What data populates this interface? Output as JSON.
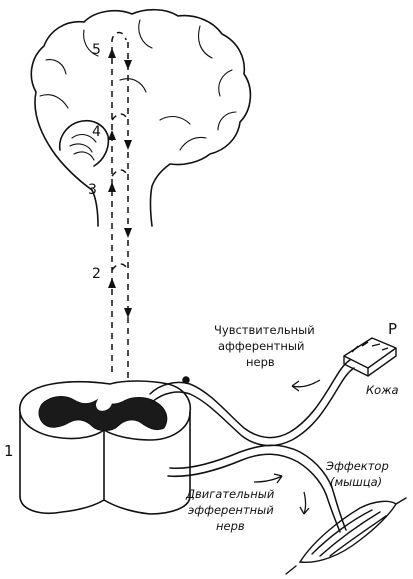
{
  "labels": {
    "n1": "1",
    "n2": "2",
    "n3": "3",
    "n4": "4",
    "n5": "5",
    "p": "P",
    "sensory_nerve": [
      "Чувствительный",
      "афферентный",
      "нерв"
    ],
    "skin": "Кожа",
    "effector": [
      "Эффектор",
      "(мышца)"
    ],
    "motor_nerve": [
      "Двигательный",
      "эфферентный",
      "нерв"
    ]
  },
  "colors": {
    "ink": "#111111",
    "paper": "#ffffff"
  }
}
